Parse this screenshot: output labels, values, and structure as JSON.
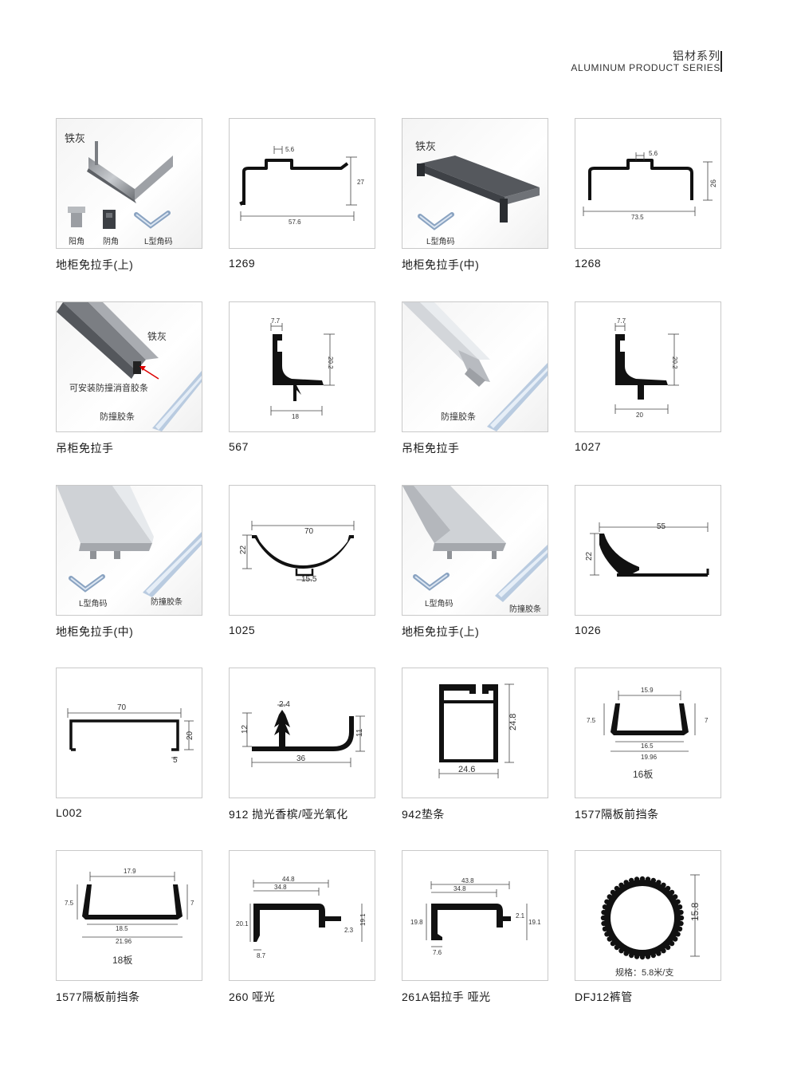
{
  "header": {
    "title_zh": "铝材系列",
    "title_en": "ALUMINUM PRODUCT SERIES"
  },
  "products": [
    {
      "caption": "地柜免拉手(上)",
      "labels": [
        "铁灰",
        "阳角",
        "阴角",
        "L型角码"
      ]
    },
    {
      "caption": "1269",
      "dims": [
        "5.6",
        "27",
        "57.6"
      ]
    },
    {
      "caption": "地柜免拉手(中)",
      "labels": [
        "铁灰",
        "L型角码"
      ]
    },
    {
      "caption": "1268",
      "dims": [
        "5.6",
        "26",
        "73.5"
      ]
    },
    {
      "caption": "吊柜免拉手",
      "labels": [
        "铁灰",
        "可安装防撞消音胶条",
        "防撞胶条"
      ]
    },
    {
      "caption": "567",
      "dims": [
        "7.7",
        "20.2",
        "18"
      ]
    },
    {
      "caption": "吊柜免拉手",
      "labels": [
        "防撞胶条"
      ]
    },
    {
      "caption": "1027",
      "dims": [
        "7.7",
        "20.2",
        "20"
      ]
    },
    {
      "caption": "地柜免拉手(中)",
      "labels": [
        "L型角码",
        "防撞胶条"
      ]
    },
    {
      "caption": "1025",
      "dims": [
        "70",
        "22",
        "15.5"
      ]
    },
    {
      "caption": "地柜免拉手(上)",
      "labels": [
        "L型角码",
        "防撞胶条"
      ]
    },
    {
      "caption": "1026",
      "dims": [
        "55",
        "22"
      ]
    },
    {
      "caption": "L002",
      "dims": [
        "70",
        "20",
        "5"
      ]
    },
    {
      "caption": "912 抛光香槟/哑光氧化",
      "dims": [
        "2.4",
        "12",
        "11",
        "36"
      ]
    },
    {
      "caption": "942垫条",
      "dims": [
        "24.8",
        "24.6"
      ]
    },
    {
      "caption": "1577隔板前挡条",
      "dims": [
        "15.9",
        "7.5",
        "7",
        "16.5",
        "19.96"
      ],
      "labels": [
        "16板"
      ]
    },
    {
      "caption": "1577隔板前挡条",
      "dims": [
        "17.9",
        "7.5",
        "7",
        "18.5",
        "21.96"
      ],
      "labels": [
        "18板"
      ]
    },
    {
      "caption": "260  哑光",
      "dims": [
        "44.8",
        "34.8",
        "20.1",
        "2.3",
        "19.1",
        "8.7"
      ]
    },
    {
      "caption": "261A铝拉手     哑光",
      "dims": [
        "43.8",
        "34.8",
        "19.8",
        "2.1",
        "19.1",
        "7.6"
      ]
    },
    {
      "caption": "DFJ12裤管",
      "dims": [
        "15.8"
      ],
      "labels": [
        "规格：5.8米/支"
      ]
    }
  ]
}
